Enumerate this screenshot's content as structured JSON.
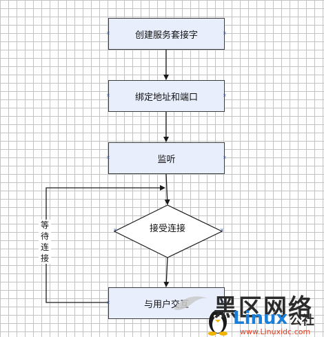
{
  "diagram": {
    "steps": [
      {
        "label": "创建服务套接字"
      },
      {
        "label": "绑定地址和端口"
      },
      {
        "label": "监听"
      },
      {
        "label": "接受连接"
      },
      {
        "label": "与用户交互"
      }
    ],
    "loop_label": "等待连接"
  },
  "watermark": {
    "cn_top": "黑区网络",
    "brand": "Linux",
    "cn_side": "公社",
    "url": "www.Linuxidc.com"
  },
  "colors": {
    "box_fill": "#e8eefb",
    "line": "#1a1a1a",
    "marker": "#3456a8"
  }
}
